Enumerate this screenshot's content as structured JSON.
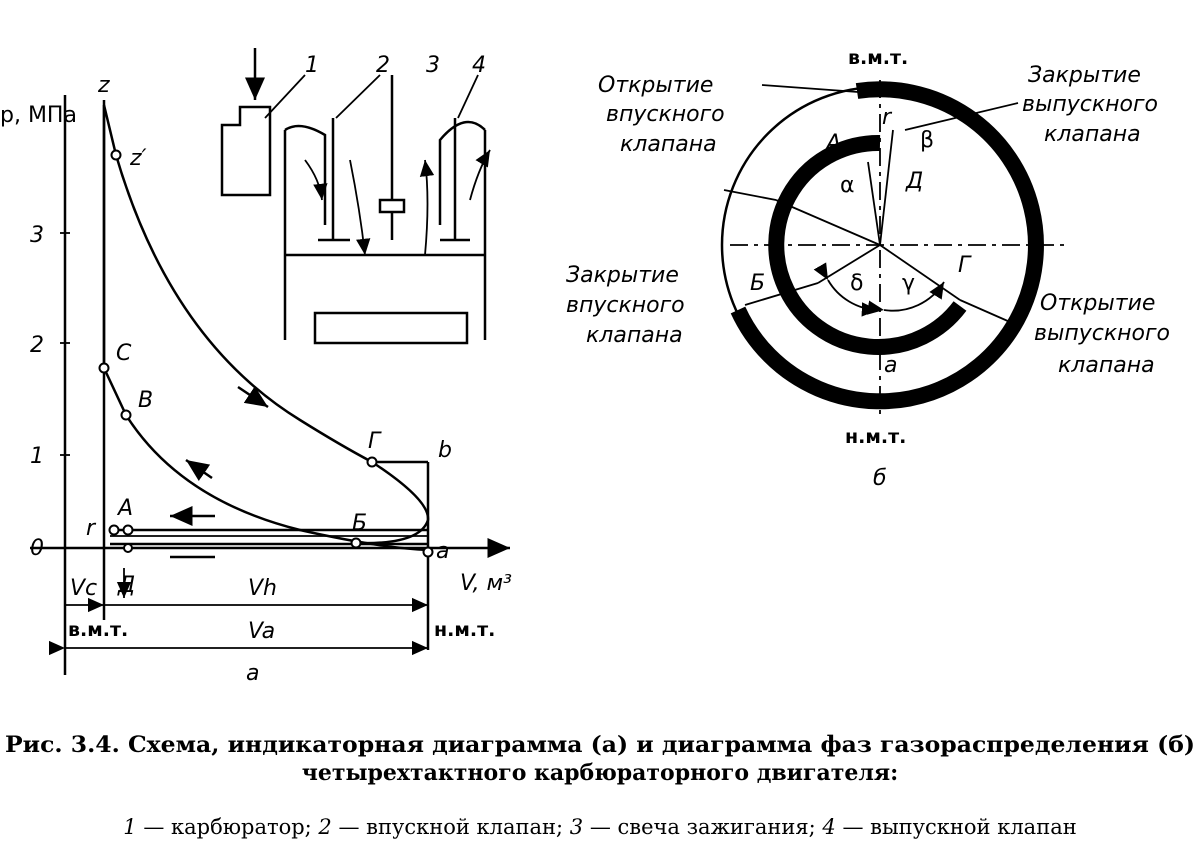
{
  "indicator": {
    "y_axis_label": "р, МПа",
    "y_ticks": [
      "0",
      "1",
      "2",
      "3"
    ],
    "x_axis_label": "V, м³",
    "points": {
      "z": "z",
      "z_prime": "z′",
      "C": "C",
      "B": "B",
      "G": "Г",
      "b": "b",
      "A": "A",
      "r": "r",
      "Bsoft": "Б",
      "a": "a",
      "D": "Д"
    },
    "volumes": {
      "Vc": "Vc",
      "Vh": "Vh",
      "Va": "Va"
    },
    "vmt": "в.м.т.",
    "nmt": "н.м.т.",
    "sub_label": "а",
    "parts": [
      "1",
      "2",
      "3",
      "4"
    ]
  },
  "phase": {
    "top": "в.м.т.",
    "bottom": "н.м.т.",
    "sub_label": "б",
    "intake_open": [
      "Открытие",
      "впускного",
      "клапана"
    ],
    "exhaust_close": [
      "Закрытие",
      "выпускного",
      "клапана"
    ],
    "intake_close": [
      "Закрытие",
      "впускного",
      "клапана"
    ],
    "exhaust_open": [
      "Открытие",
      "выпускного",
      "клапана"
    ],
    "points": {
      "A": "А",
      "r": "r",
      "D": "Д",
      "B": "Б",
      "G": "Г",
      "a": "a"
    },
    "angles": {
      "alpha": "α",
      "beta": "β",
      "gamma": "γ",
      "delta": "δ"
    }
  },
  "caption": {
    "line1": "Рис. 3.4. Схема, индикаторная диаграмма (а) и диаграмма фаз газораспределения (б)",
    "line2": "четырехтактного карбюраторного двигателя:"
  },
  "legend": [
    {
      "num": "1",
      "text": " — карбюратор; "
    },
    {
      "num": "2",
      "text": " — впускной клапан; "
    },
    {
      "num": "3",
      "text": " — свеча зажигания; "
    },
    {
      "num": "4",
      "text": " — выпускной клапан"
    }
  ]
}
